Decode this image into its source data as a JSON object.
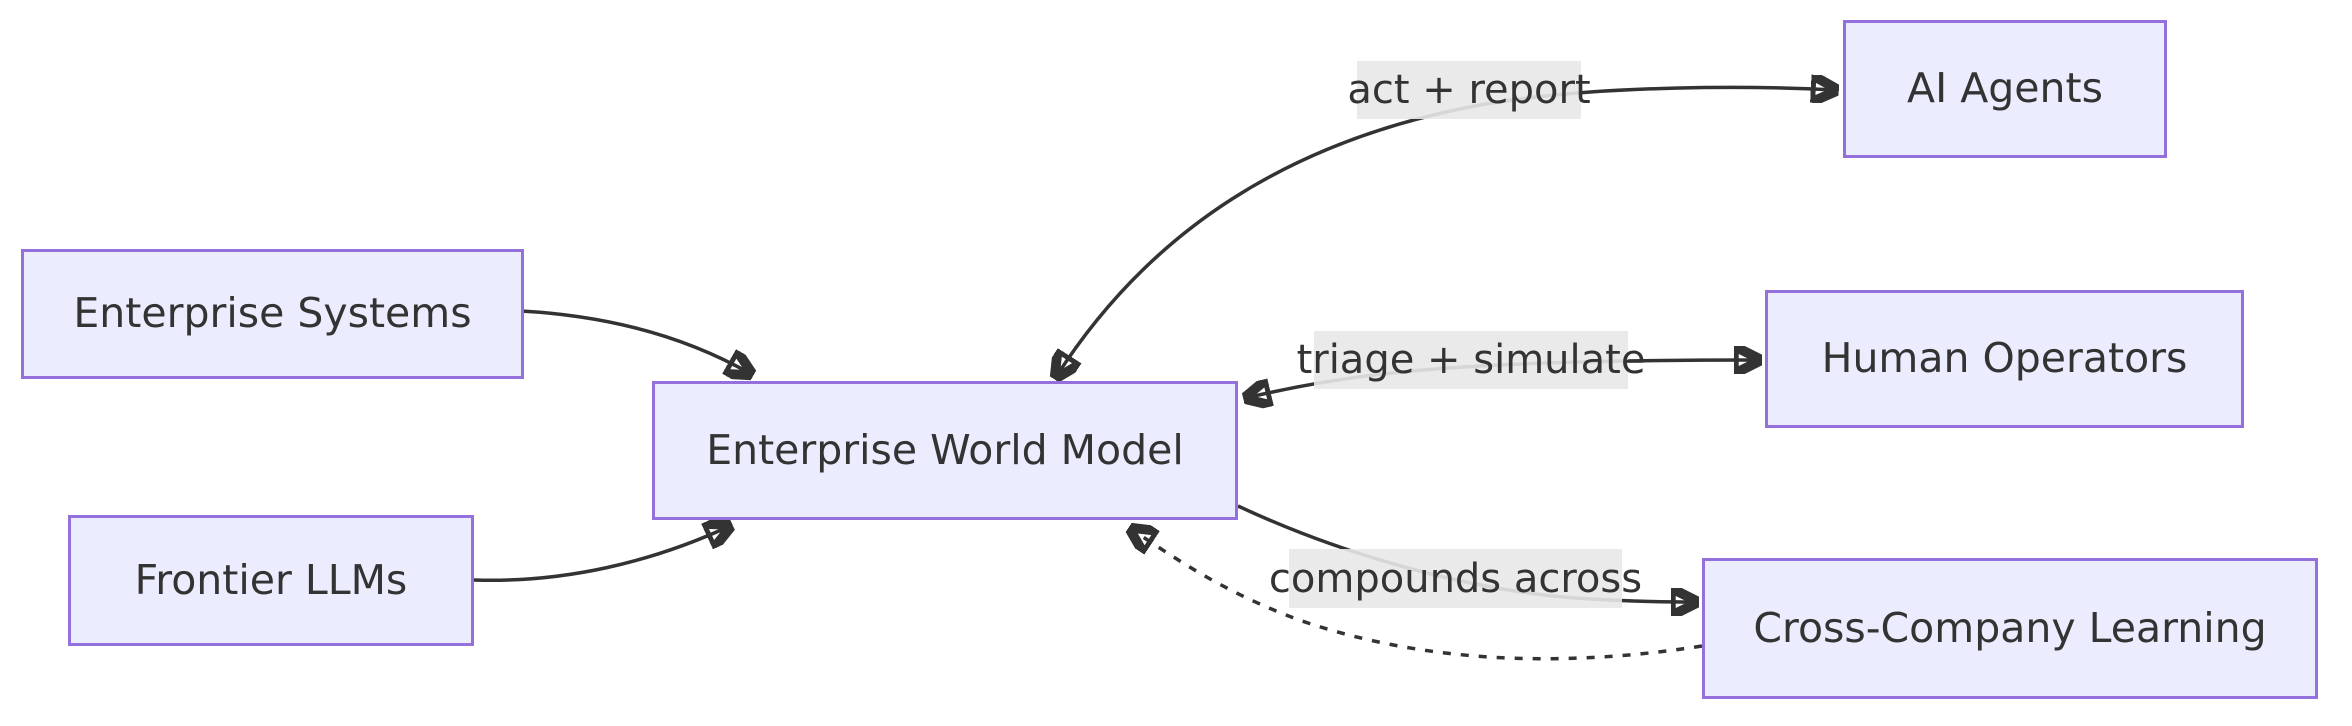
{
  "diagram": {
    "type": "flowchart",
    "direction": "left-to-right",
    "colors": {
      "node_fill": "#ECECFF",
      "node_border": "#9370DB",
      "edge": "#333333",
      "edge_label_bg": "#e8e8e8",
      "text": "#333333",
      "canvas_bg": "#ffffff"
    },
    "nodes": {
      "enterprise_systems": {
        "label": "Enterprise Systems"
      },
      "frontier_llms": {
        "label": "Frontier LLMs"
      },
      "enterprise_world_model": {
        "label": "Enterprise World Model"
      },
      "ai_agents": {
        "label": "AI Agents"
      },
      "human_operators": {
        "label": "Human Operators"
      },
      "cross_company_learning": {
        "label": "Cross-Company Learning"
      }
    },
    "edges": {
      "systems_to_model": {
        "from": "Enterprise Systems",
        "to": "Enterprise World Model",
        "label": "",
        "style": "solid",
        "direction": "one-way"
      },
      "llms_to_model": {
        "from": "Frontier LLMs",
        "to": "Enterprise World Model",
        "label": "",
        "style": "solid",
        "direction": "one-way"
      },
      "model_ai_agents": {
        "from": "Enterprise World Model",
        "to": "AI Agents",
        "label": "act + report",
        "style": "solid",
        "direction": "two-way"
      },
      "model_human_operators": {
        "from": "Enterprise World Model",
        "to": "Human Operators",
        "label": "triage + simulate",
        "style": "solid",
        "direction": "two-way"
      },
      "model_to_cross_company": {
        "from": "Enterprise World Model",
        "to": "Cross-Company Learning",
        "label": "compounds across",
        "style": "solid",
        "direction": "one-way"
      },
      "cross_company_to_model": {
        "from": "Cross-Company Learning",
        "to": "Enterprise World Model",
        "label": "",
        "style": "dotted",
        "direction": "one-way"
      }
    }
  }
}
